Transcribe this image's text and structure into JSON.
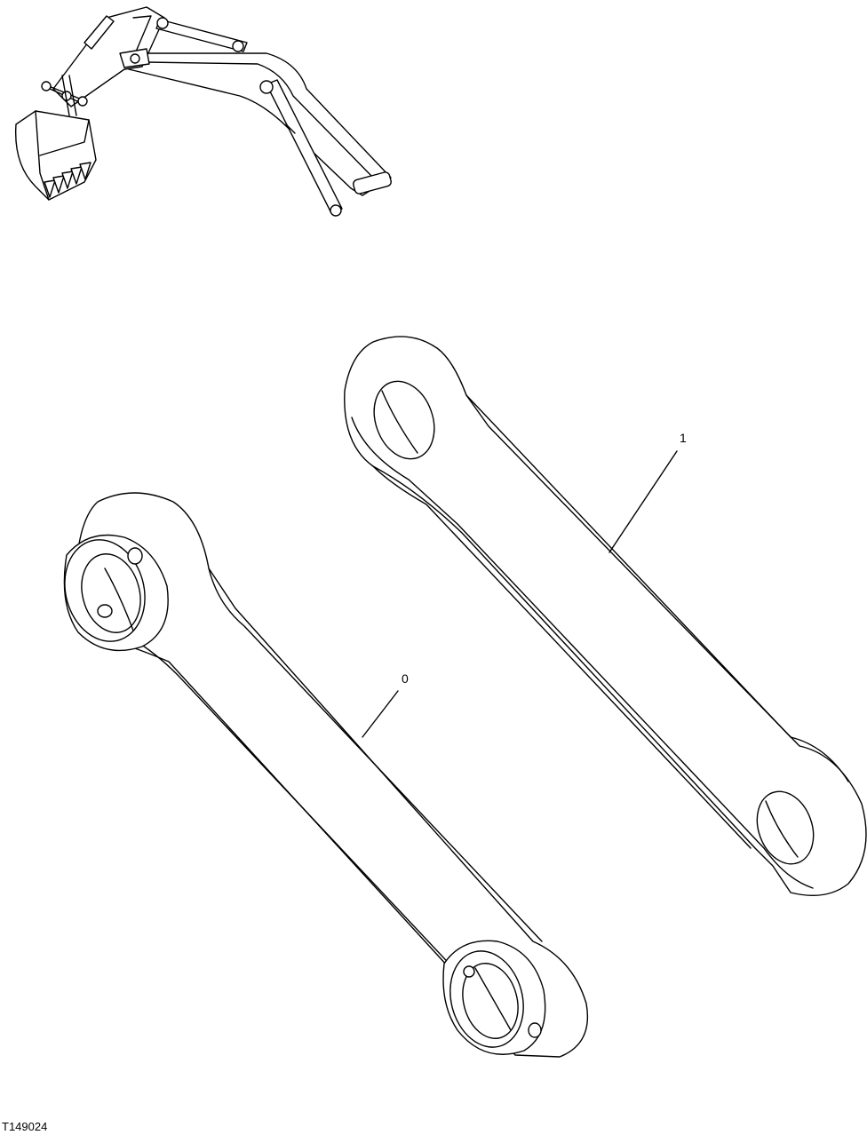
{
  "figure": {
    "id": "T149024"
  },
  "callouts": [
    {
      "label": "0",
      "part": "lower-link"
    },
    {
      "label": "1",
      "part": "upper-link"
    }
  ],
  "colors": {
    "line": "#000000",
    "background": "#ffffff"
  }
}
